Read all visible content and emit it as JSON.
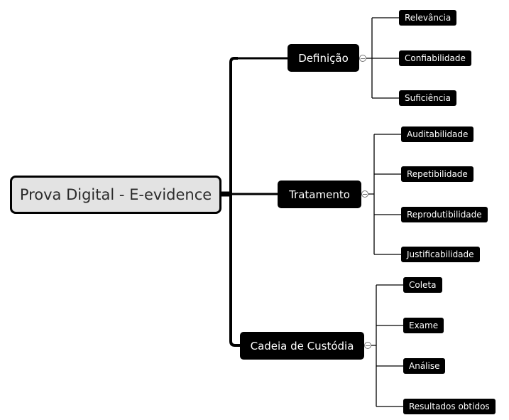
{
  "diagram": {
    "type": "mind-map",
    "root": {
      "label": "Prova Digital - E-evidence"
    },
    "branches": [
      {
        "label": "Definição",
        "children": [
          "Relevância",
          "Confiabilidade",
          "Suficiência"
        ]
      },
      {
        "label": "Tratamento",
        "children": [
          "Auditabilidade",
          "Repetibilidade",
          "Reprodutibilidade",
          "Justificabilidade"
        ]
      },
      {
        "label": "Cadeia de Custódia",
        "children": [
          "Coleta",
          "Exame",
          "Análise",
          "Resultados obtidos"
        ]
      }
    ],
    "colors": {
      "root_fill": "#e3e3e3",
      "node_fill": "#000000",
      "node_text": "#ffffff",
      "line": "#000000"
    }
  }
}
